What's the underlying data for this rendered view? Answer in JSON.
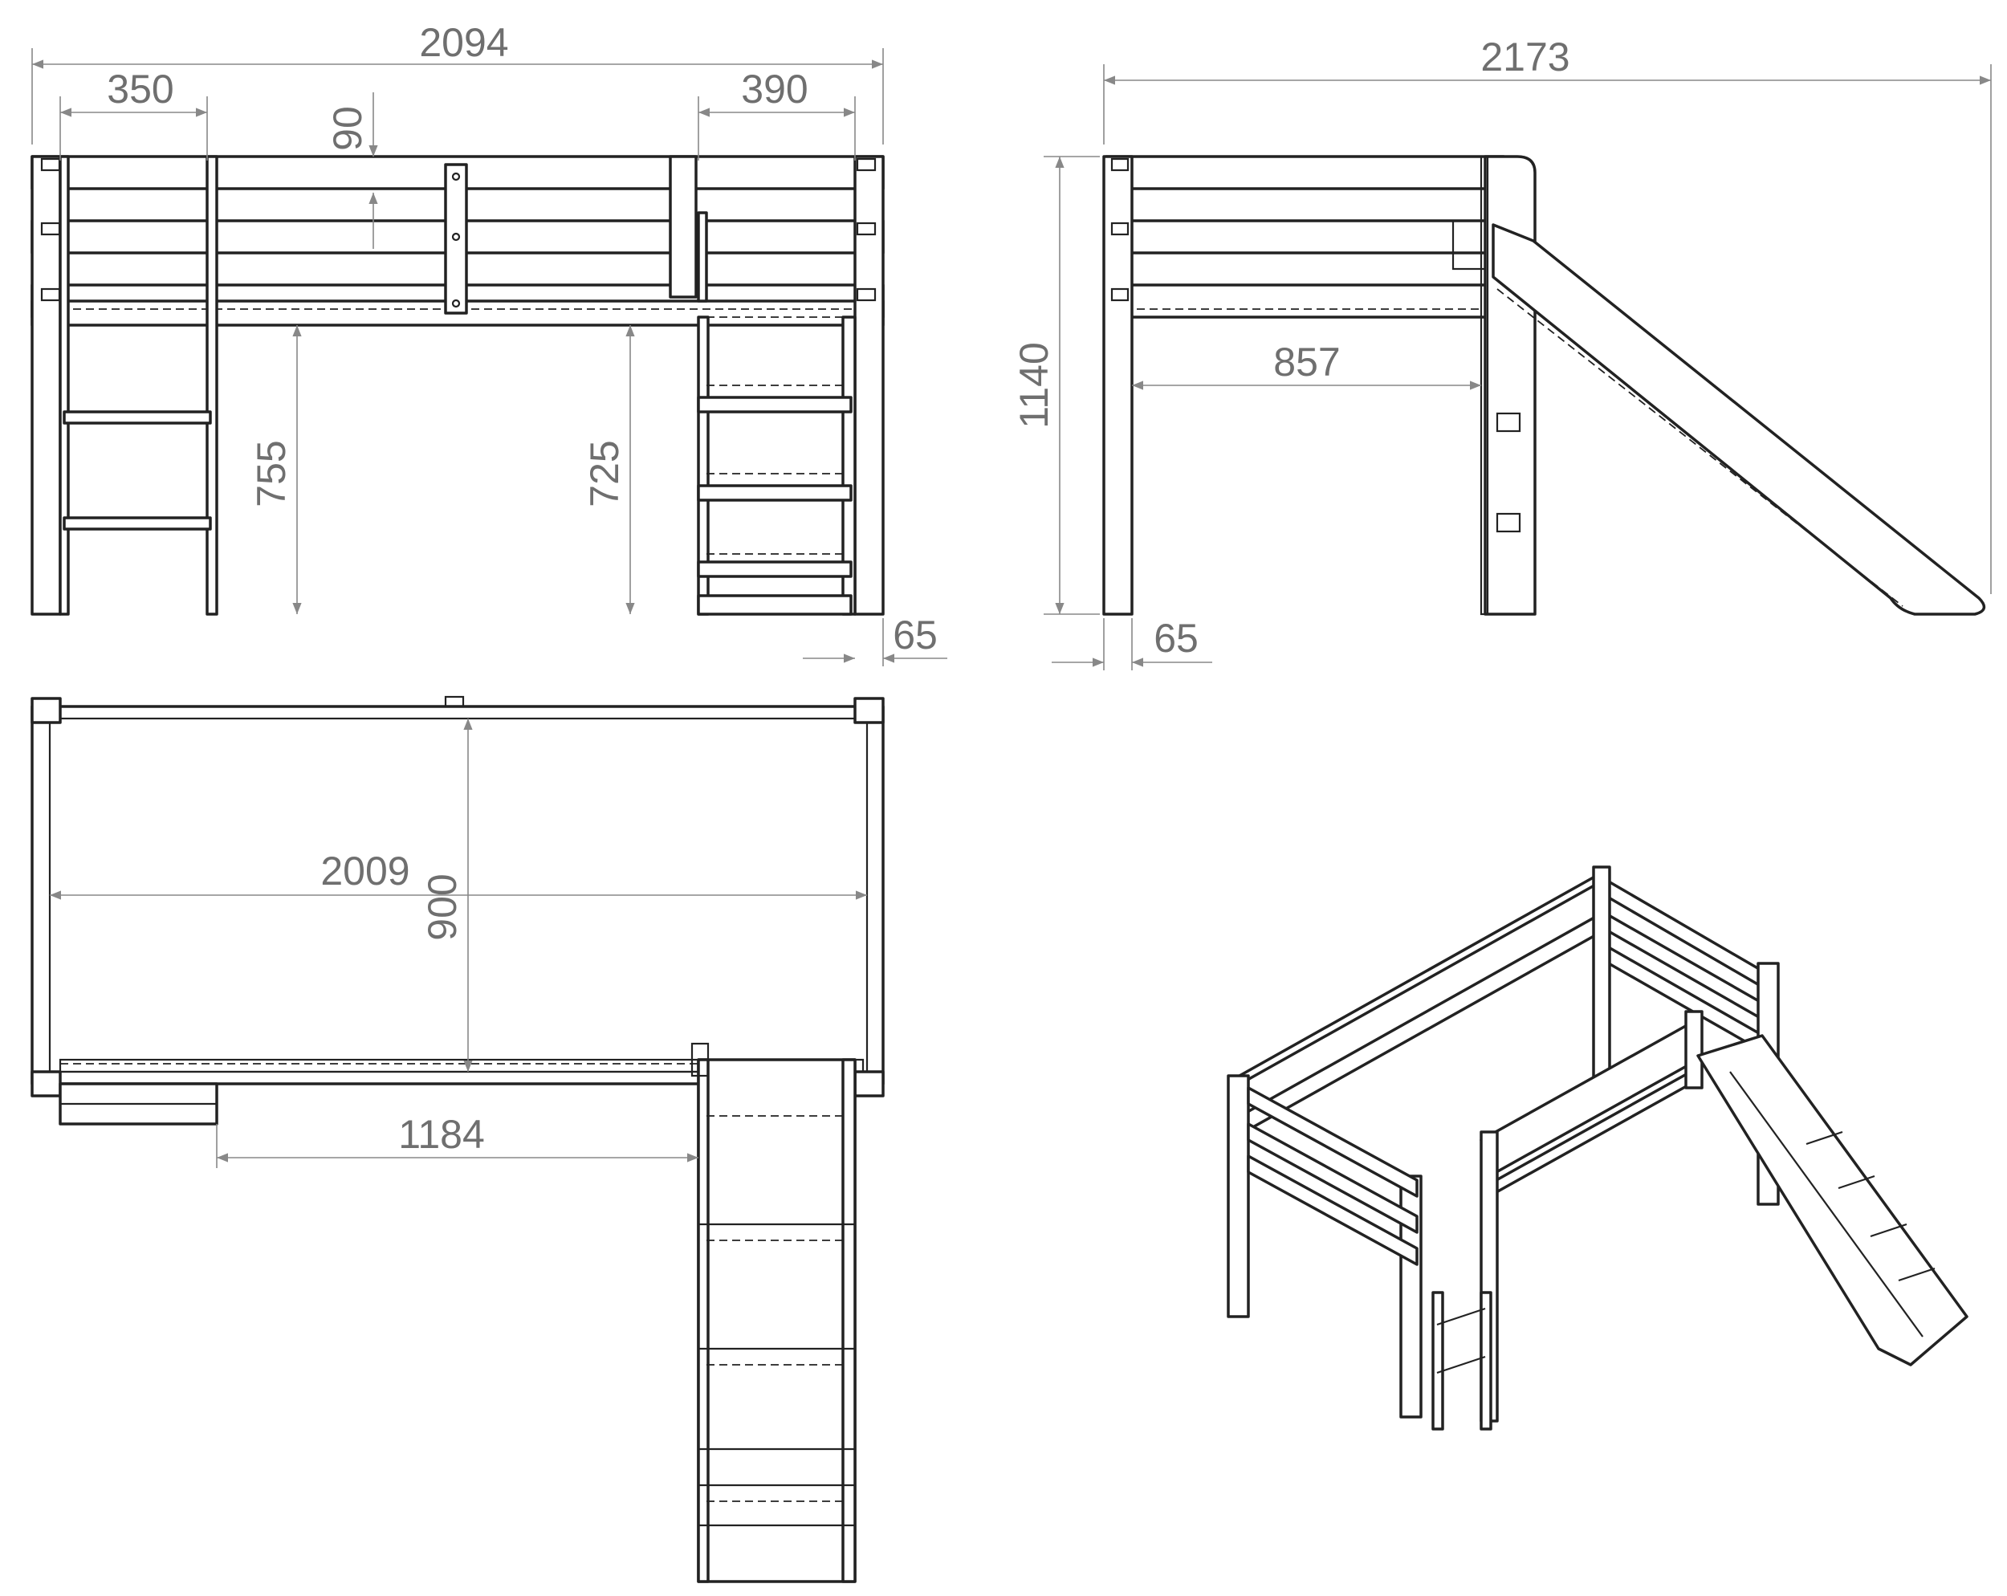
{
  "colors": {
    "line": "#222222",
    "dimension": "#888888",
    "dimension_text": "#6f6f6f",
    "background": "#ffffff"
  },
  "dimensions": {
    "front": {
      "overall_length": "2094",
      "left_offset": "350",
      "right_offset": "390",
      "rail_spacing": "90",
      "left_clearance": "755",
      "right_clearance": "725",
      "post_width": "65"
    },
    "side": {
      "overall_length": "2173",
      "height": "1140",
      "inner_width": "857",
      "post_width": "65"
    },
    "top": {
      "bed_length": "2009",
      "bed_width": "900",
      "ladder_offset": "1184"
    }
  }
}
